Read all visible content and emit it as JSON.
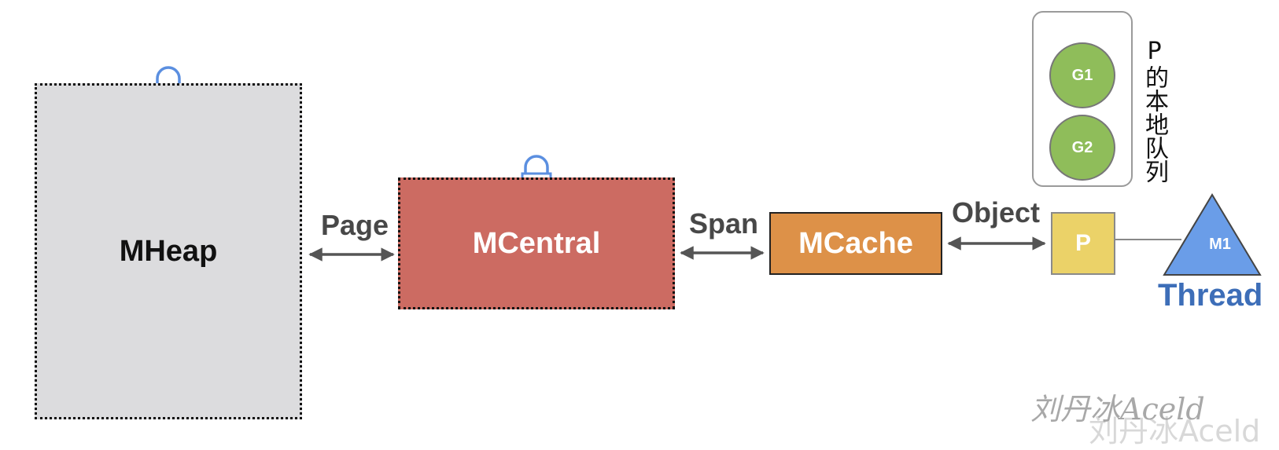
{
  "nodes": {
    "mheap": "MHeap",
    "mcentral": "MCentral",
    "mcache": "MCache",
    "p": "P",
    "m1": "M1",
    "thread": "Thread"
  },
  "edges": {
    "page": "Page",
    "span": "Span",
    "object": "Object"
  },
  "local_queue": {
    "caption": "P的本地队列",
    "goroutines": [
      "G1",
      "G2"
    ]
  },
  "watermark": "刘丹冰Aceld",
  "colors": {
    "mheap": "#dcdcde",
    "mcentral": "#cc6b62",
    "mcache": "#dd9148",
    "p": "#ebd268",
    "goroutine": "#8fbd5a",
    "thread": "#6a9de8",
    "lock": "#5b8fe0"
  },
  "icons": [
    "lock-icon",
    "double-arrow-icon",
    "triangle-icon"
  ]
}
